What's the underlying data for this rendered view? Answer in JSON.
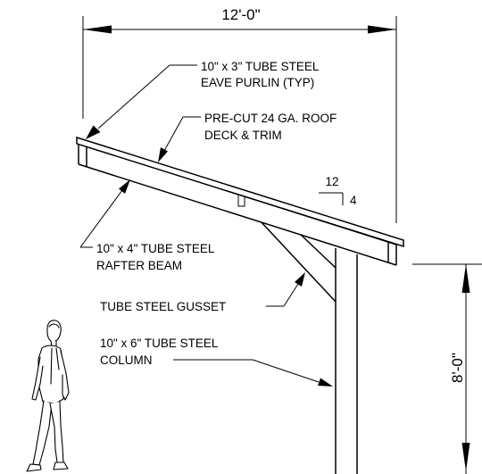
{
  "dimensions": {
    "span": "12'-0\"",
    "height": "8'-0\""
  },
  "slope": {
    "run": "12",
    "rise": "4"
  },
  "callouts": {
    "purlin": [
      "10\" x 3\" TUBE STEEL",
      "EAVE PURLIN (TYP)"
    ],
    "deck": [
      "PRE-CUT 24 GA. ROOF",
      "DECK & TRIM"
    ],
    "rafter": [
      "10\" x 4\" TUBE STEEL",
      "RAFTER BEAM"
    ],
    "gusset": [
      "TUBE STEEL GUSSET"
    ],
    "column": [
      "10\" x 6\" TUBE STEEL",
      "COLUMN"
    ]
  }
}
